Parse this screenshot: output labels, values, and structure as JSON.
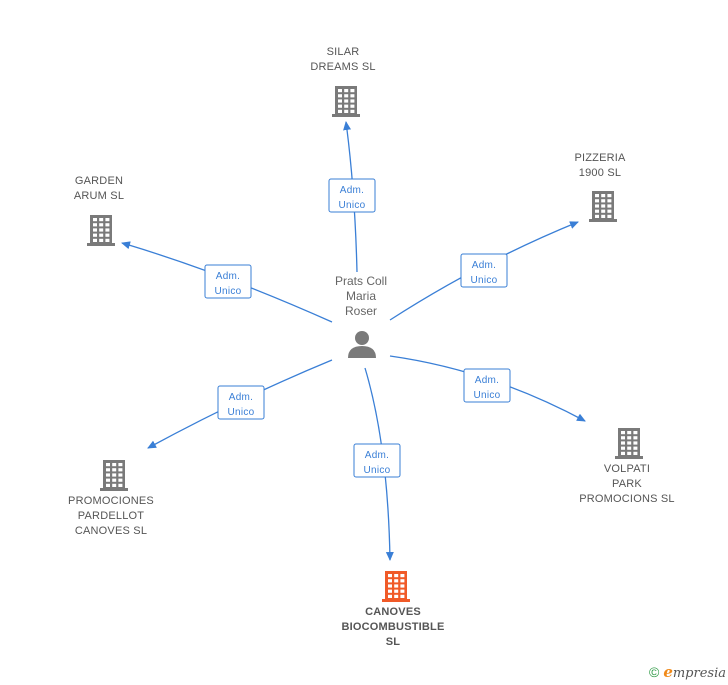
{
  "center": {
    "name_lines": [
      "Prats Coll",
      "Maria",
      "Roser"
    ],
    "icon": "person-icon"
  },
  "colors": {
    "edge": "#3a7fd6",
    "building": "#7a7a7a",
    "highlight_building": "#f05a28"
  },
  "relation_label_lines": [
    "Adm.",
    "Unico"
  ],
  "companies": [
    {
      "id": "silar",
      "name_lines": [
        "SILAR",
        "DREAMS SL"
      ],
      "highlight": false
    },
    {
      "id": "pizzeria",
      "name_lines": [
        "PIZZERIA",
        "1900 SL"
      ],
      "highlight": false
    },
    {
      "id": "garden",
      "name_lines": [
        "GARDEN",
        "ARUM SL"
      ],
      "highlight": false
    },
    {
      "id": "volpati",
      "name_lines": [
        "VOLPATI",
        "PARK",
        "PROMOCIONS SL"
      ],
      "highlight": false
    },
    {
      "id": "promociones",
      "name_lines": [
        "PROMOCIONES",
        "PARDELLOT",
        "CANOVES SL"
      ],
      "highlight": false
    },
    {
      "id": "canoves",
      "name_lines": [
        "CANOVES",
        "BIOCOMBUSTIBLE",
        "SL"
      ],
      "highlight": true
    }
  ],
  "footer": {
    "copyright_symbol": "©",
    "brand_initial": "e",
    "brand_rest": "mpresia"
  }
}
